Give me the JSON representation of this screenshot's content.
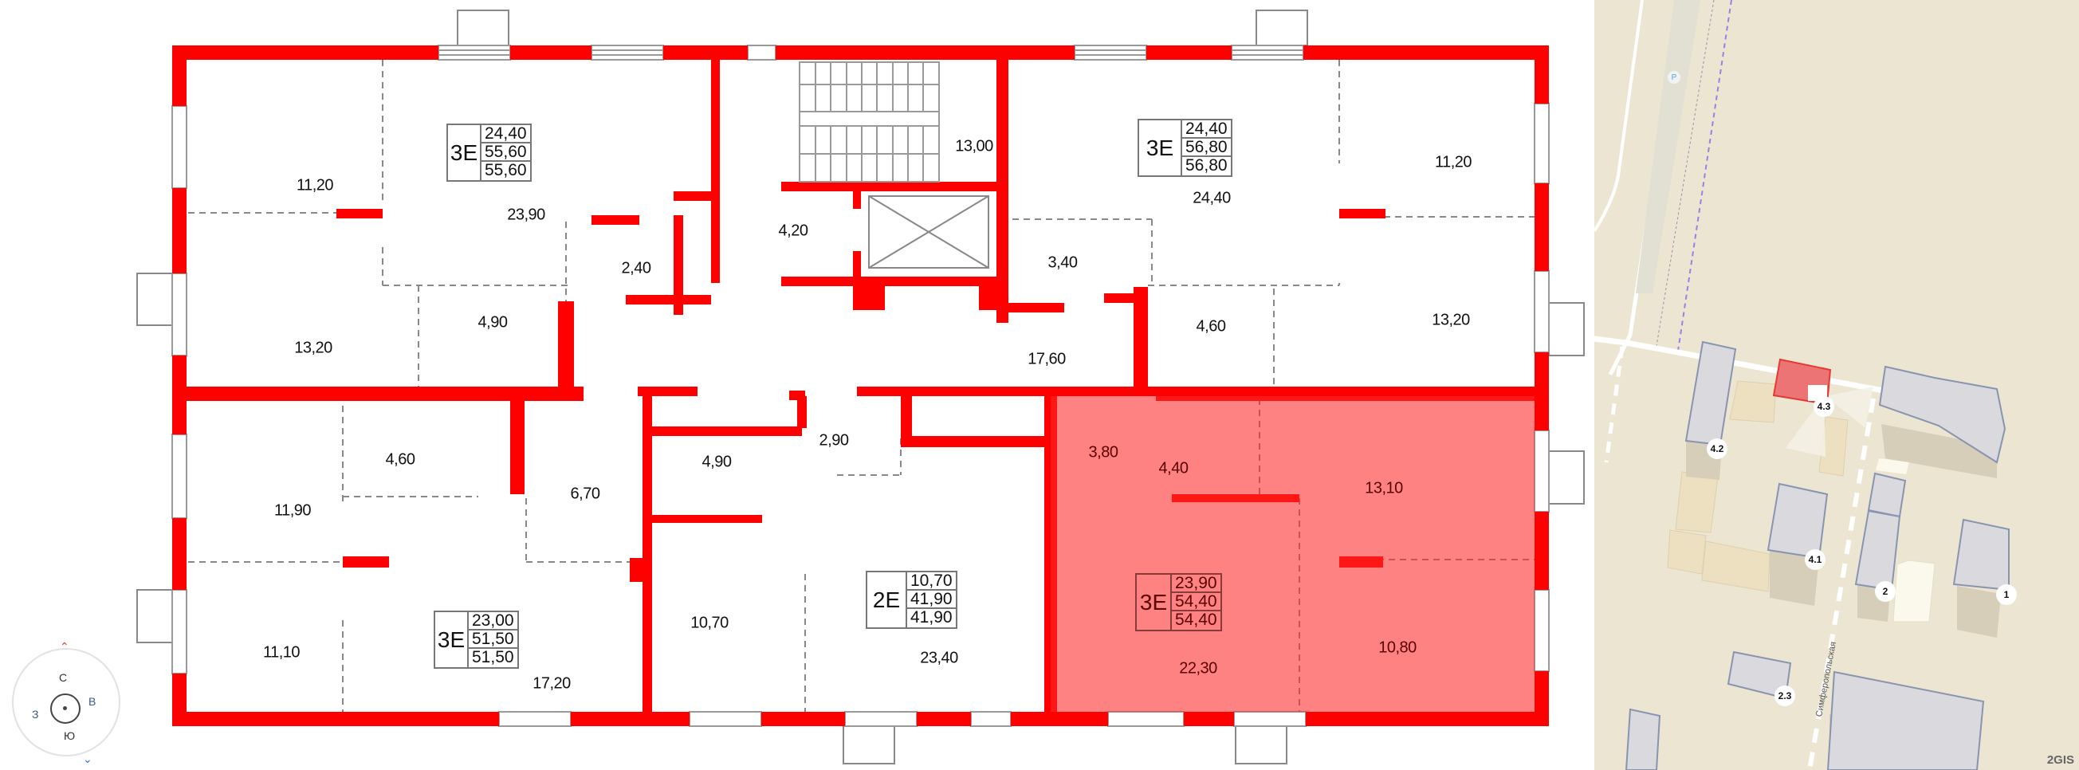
{
  "plan": {
    "wall_color": "#ff0000",
    "highlight_color": "#ff7a7a",
    "apartments": [
      {
        "id": "top-left",
        "type": "3Е",
        "values": [
          "24,40",
          "55,60",
          "55,60"
        ]
      },
      {
        "id": "top-right",
        "type": "3Е",
        "values": [
          "24,40",
          "56,80",
          "56,80"
        ]
      },
      {
        "id": "bottom-left",
        "type": "3Е",
        "values": [
          "23,00",
          "51,50",
          "51,50"
        ]
      },
      {
        "id": "bottom-middle",
        "type": "2Е",
        "values": [
          "10,70",
          "41,90",
          "41,90"
        ]
      },
      {
        "id": "bottom-right-selected",
        "type": "3Е",
        "values": [
          "23,90",
          "54,40",
          "54,40"
        ],
        "selected": true
      }
    ],
    "rooms": {
      "tl_bedroom_top": "11,20",
      "tl_bedroom_bottom": "13,20",
      "tl_living": "23,90",
      "tl_bath": "4,90",
      "tl_hall": "2,40",
      "stair": "13,00",
      "lobby": "4,20",
      "corridor": "17,60",
      "tr_hall": "3,40",
      "tr_living": "24,40",
      "tr_bedroom_top": "11,20",
      "tr_bedroom_bottom": "13,20",
      "tr_bath": "4,60",
      "bl_bath": "4,60",
      "bl_hall": "6,70",
      "bl_bedroom_top": "11,90",
      "bl_bedroom_bottom": "11,10",
      "bl_living": "17,20",
      "bm_bath": "4,90",
      "bm_hall": "2,90",
      "bm_bedroom": "10,70",
      "bm_living": "23,40",
      "br_hall": "3,80",
      "br_bath": "4,40",
      "br_bedroom_top": "13,10",
      "br_bedroom_bottom": "10,80",
      "br_living": "22,30"
    }
  },
  "compass": {
    "north": "С",
    "east": "В",
    "south": "Ю",
    "west": "З",
    "rotate_up_icon": "chevron-up",
    "rotate_down_icon": "chevron-down"
  },
  "map": {
    "street_name": "Симферопольская",
    "buildings": [
      "4.3",
      "4.2",
      "4.1",
      "2",
      "1",
      "2.3"
    ],
    "parking_label": "P",
    "logo": "2GIS",
    "colors": {
      "ground": "#ebe5d2",
      "building": "#d9d9de",
      "building_outline": "#8894b0",
      "target": "#ec7474",
      "courtyard": "#ede0c0"
    }
  }
}
